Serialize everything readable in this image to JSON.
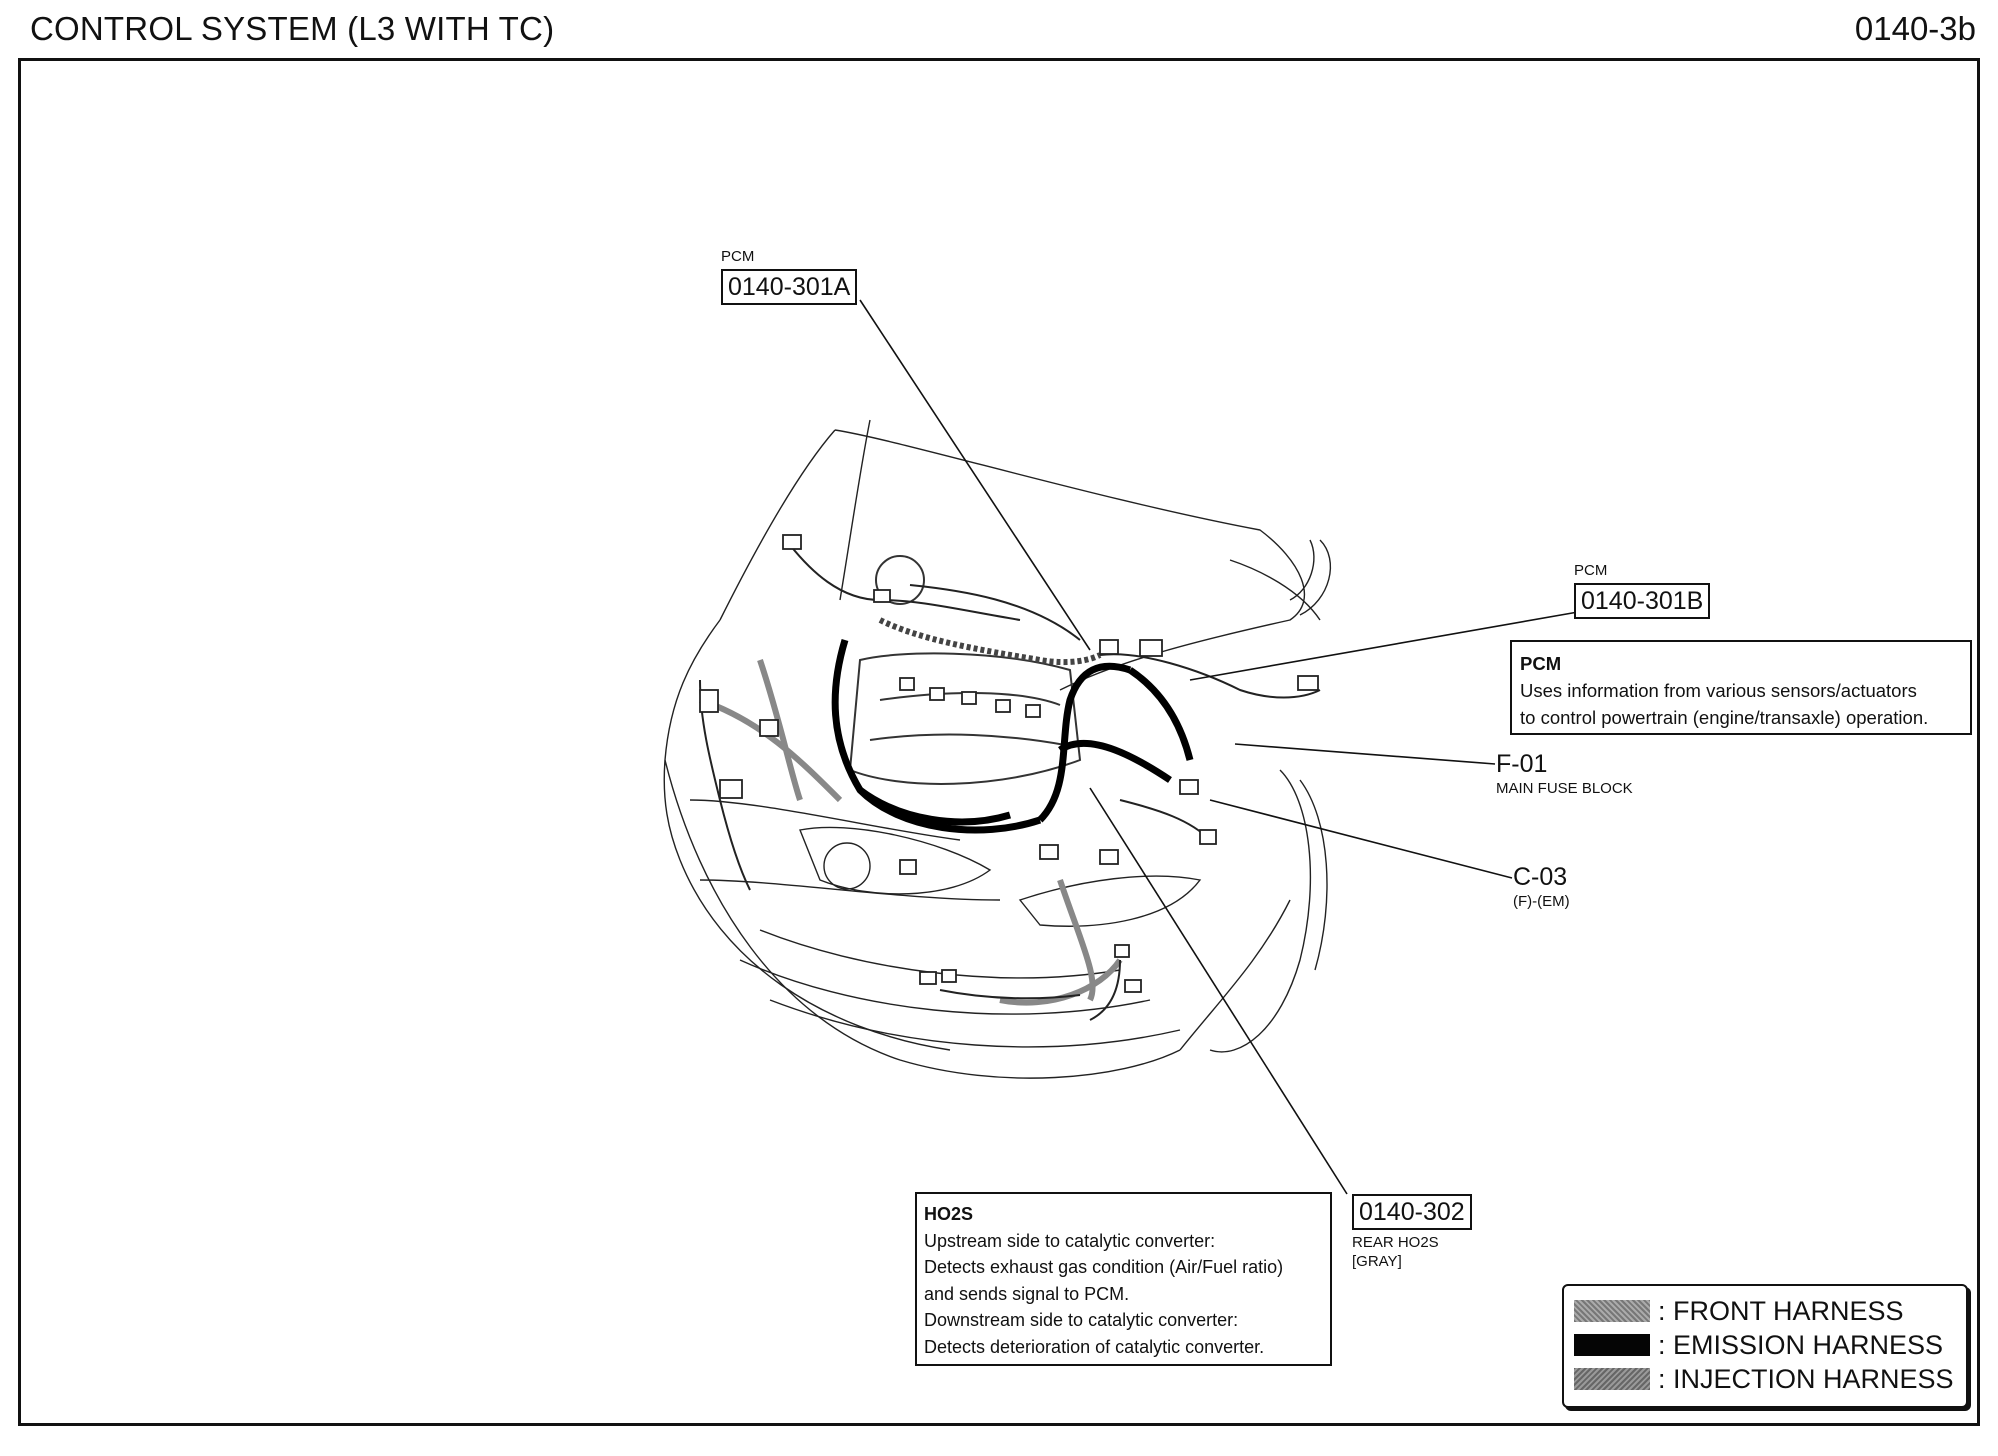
{
  "header": {
    "title": "CONTROL SYSTEM (L3 WITH TC)",
    "page_code": "0140-3b"
  },
  "connectors": {
    "pcm_a": {
      "caption": "PCM",
      "code": "0140-301A"
    },
    "pcm_b": {
      "caption": "PCM",
      "code": "0140-301B"
    },
    "f01": {
      "code": "F-01",
      "caption": "MAIN FUSE BLOCK"
    },
    "c03": {
      "code": "C-03",
      "caption": "(F)-(EM)"
    },
    "ho2s_rear": {
      "code": "0140-302",
      "caption_line1": "REAR HO2S",
      "caption_line2": "[GRAY]"
    }
  },
  "notes": {
    "pcm": {
      "title": "PCM",
      "lines": [
        "Uses information from various sensors/actuators",
        "to control powertrain (engine/transaxle) operation."
      ]
    },
    "ho2s": {
      "title": "HO2S",
      "lines": [
        "Upstream side to catalytic converter:",
        "Detects exhaust gas condition (Air/Fuel ratio)",
        "and sends signal to PCM.",
        "Downstream side to catalytic converter:",
        "Detects deterioration of catalytic converter."
      ]
    }
  },
  "legend": {
    "items": [
      {
        "label": ": FRONT HARNESS",
        "pattern": "front"
      },
      {
        "label": ": EMISSION HARNESS",
        "pattern": "emission"
      },
      {
        "label": ": INJECTION HARNESS",
        "pattern": "injection"
      }
    ]
  }
}
